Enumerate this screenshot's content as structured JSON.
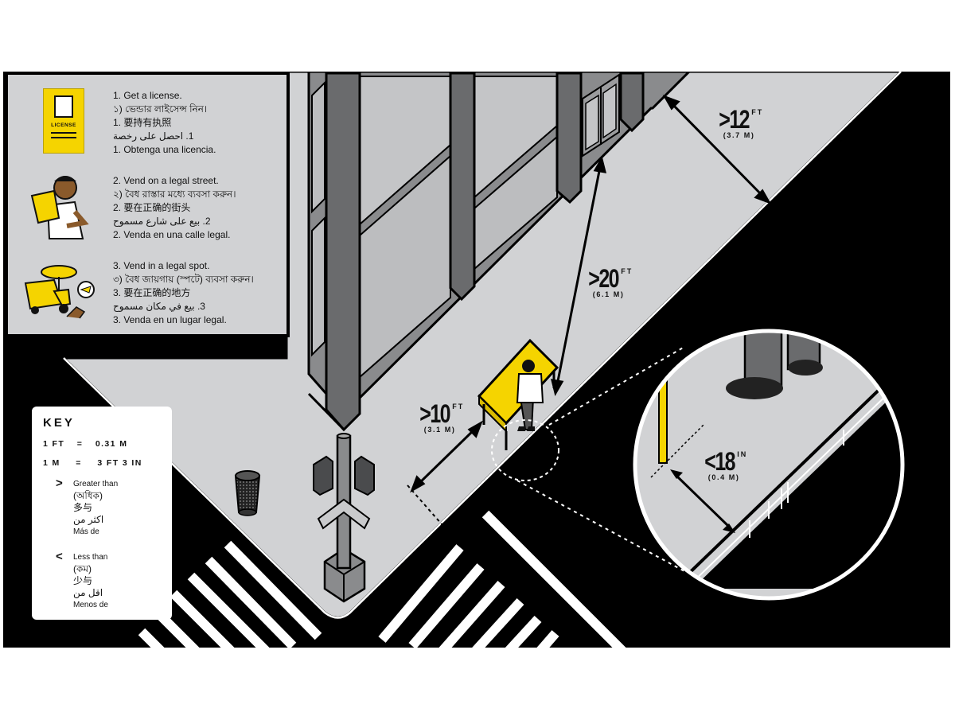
{
  "steps": [
    {
      "icon": "license-card-icon",
      "license_label": "LICENSE",
      "lines": [
        "1. Get a license.",
        "১) ভেন্ডার লাইসেন্স নিন।",
        "1. 要持有执照",
        "1. احصل على رخصة",
        "1. Obtenga una licencia."
      ]
    },
    {
      "icon": "vendor-reading-icon",
      "lines": [
        "2. Vend on a legal street.",
        "২) বৈধ রাস্তার মধ্যে ব্যবসা করুন।",
        "2. 要在正确的街头",
        "2. بيع على شارع مسموح",
        "2. Venda en una calle legal."
      ]
    },
    {
      "icon": "food-cart-icon",
      "lines": [
        "3. Vend in a legal spot.",
        "৩) বৈধ জায়গায় (স্পটে) ব্যবসা করুন।",
        "3. 要在正确的地方",
        "3. بيع في مكان مسموح",
        "3. Venda en un lugar legal."
      ]
    }
  ],
  "key": {
    "title": "KEY",
    "conversions": [
      {
        "left": "1 FT",
        "eq": "=",
        "right": "0.31 M"
      },
      {
        "left": "1 M",
        "eq": "=",
        "right": "3 FT 3 IN"
      }
    ],
    "greater": {
      "symbol": ">",
      "lines": [
        "Greater than",
        "(অধিক)",
        "多与",
        "اكثر من",
        "Más de"
      ]
    },
    "less": {
      "symbol": "<",
      "lines": [
        "Less than",
        "(কম)",
        "少与",
        "اقل من",
        "Menos de"
      ]
    }
  },
  "dimensions": {
    "building_to_curb": {
      "prefix": ">",
      "value": "12",
      "unit": "FT",
      "metric": "(3.7 M)"
    },
    "door_to_table": {
      "prefix": ">",
      "value": "20",
      "unit": "FT",
      "metric": "(6.1 M)"
    },
    "crosswalk_to_table": {
      "prefix": ">",
      "value": "10",
      "unit": "FT",
      "metric": "(3.1 M)"
    },
    "table_to_curb": {
      "prefix": "<",
      "value": "18",
      "unit": "IN",
      "metric": "(0.4 M)"
    }
  },
  "colors": {
    "accent": "#f5d400",
    "road": "#000000",
    "sidewalk": "#d1d2d4",
    "building": "#8a8b8d",
    "building_dark": "#6a6b6d",
    "panel": "#d1d2d4"
  }
}
